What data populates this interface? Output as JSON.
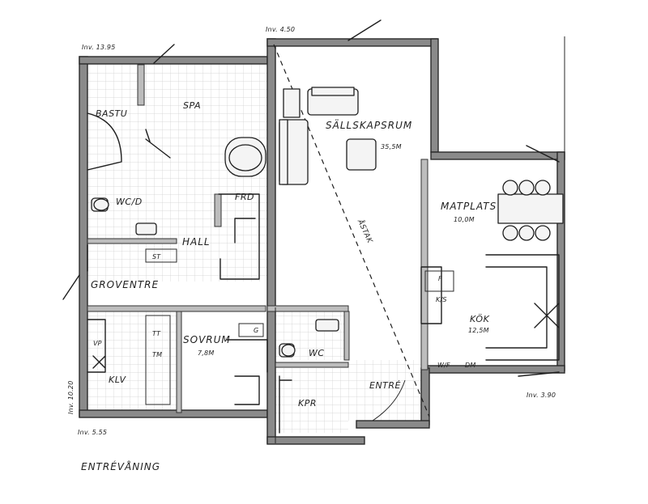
{
  "plan": {
    "floor_name": "ENTRÉVÅNING",
    "rooms": {
      "bastu": "BASTU",
      "spa": "SPA",
      "wc_d": "WC/D",
      "hall": "HALL",
      "frd": "FRD",
      "st": "ST",
      "groventre": "GROVENTRE",
      "sallskapsrum": "SÄLLSKAPSRUM",
      "sallskapsrum_area": "35,5M",
      "astak": "ÅSTAK",
      "matplats": "MATPLATS",
      "matplats_area": "10,0M",
      "kok": "KÖK",
      "kok_area": "12,5M",
      "f": "F",
      "ks": "K/S",
      "wf": "W/F",
      "dm": "DM",
      "sovrum": "SOVRUM",
      "sovrum_area": "7,8M",
      "g": "G",
      "wc": "WC",
      "tt": "TT",
      "tm": "TM",
      "vp": "VP",
      "klv": "KLV",
      "kpr": "KPR",
      "entre": "ENTRÉ"
    },
    "levels": {
      "inv_1395": "Inv. 13.95",
      "inv_450": "Inv. 4.50",
      "inv_1020": "Inv. 10.20",
      "inv_555": "Inv. 5.55",
      "inv_390": "Inv. 3.90"
    }
  }
}
